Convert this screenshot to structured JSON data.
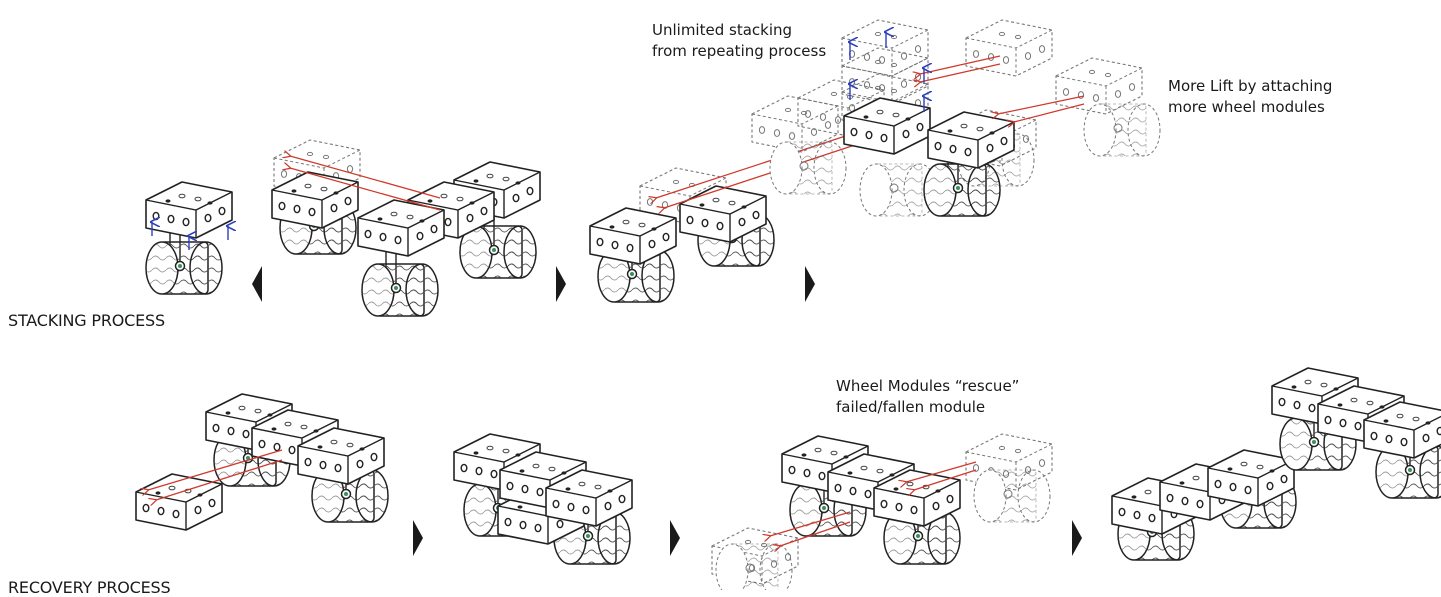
{
  "sections": {
    "stacking": "STACKING PROCESS",
    "recovery": "RECOVERY PROCESS"
  },
  "annotations": {
    "unlimited": [
      "Unlimited stacking",
      "from repeating process"
    ],
    "more_lift": [
      "More Lift by attaching",
      "more wheel modules"
    ],
    "rescue": [
      "Wheel Modules “rescue”",
      "failed/fallen module"
    ]
  },
  "colors": {
    "outline": "#222222",
    "ghost": "#777777",
    "arrow_red": "#d0392b",
    "arrow_blue": "#2b3fbf"
  }
}
